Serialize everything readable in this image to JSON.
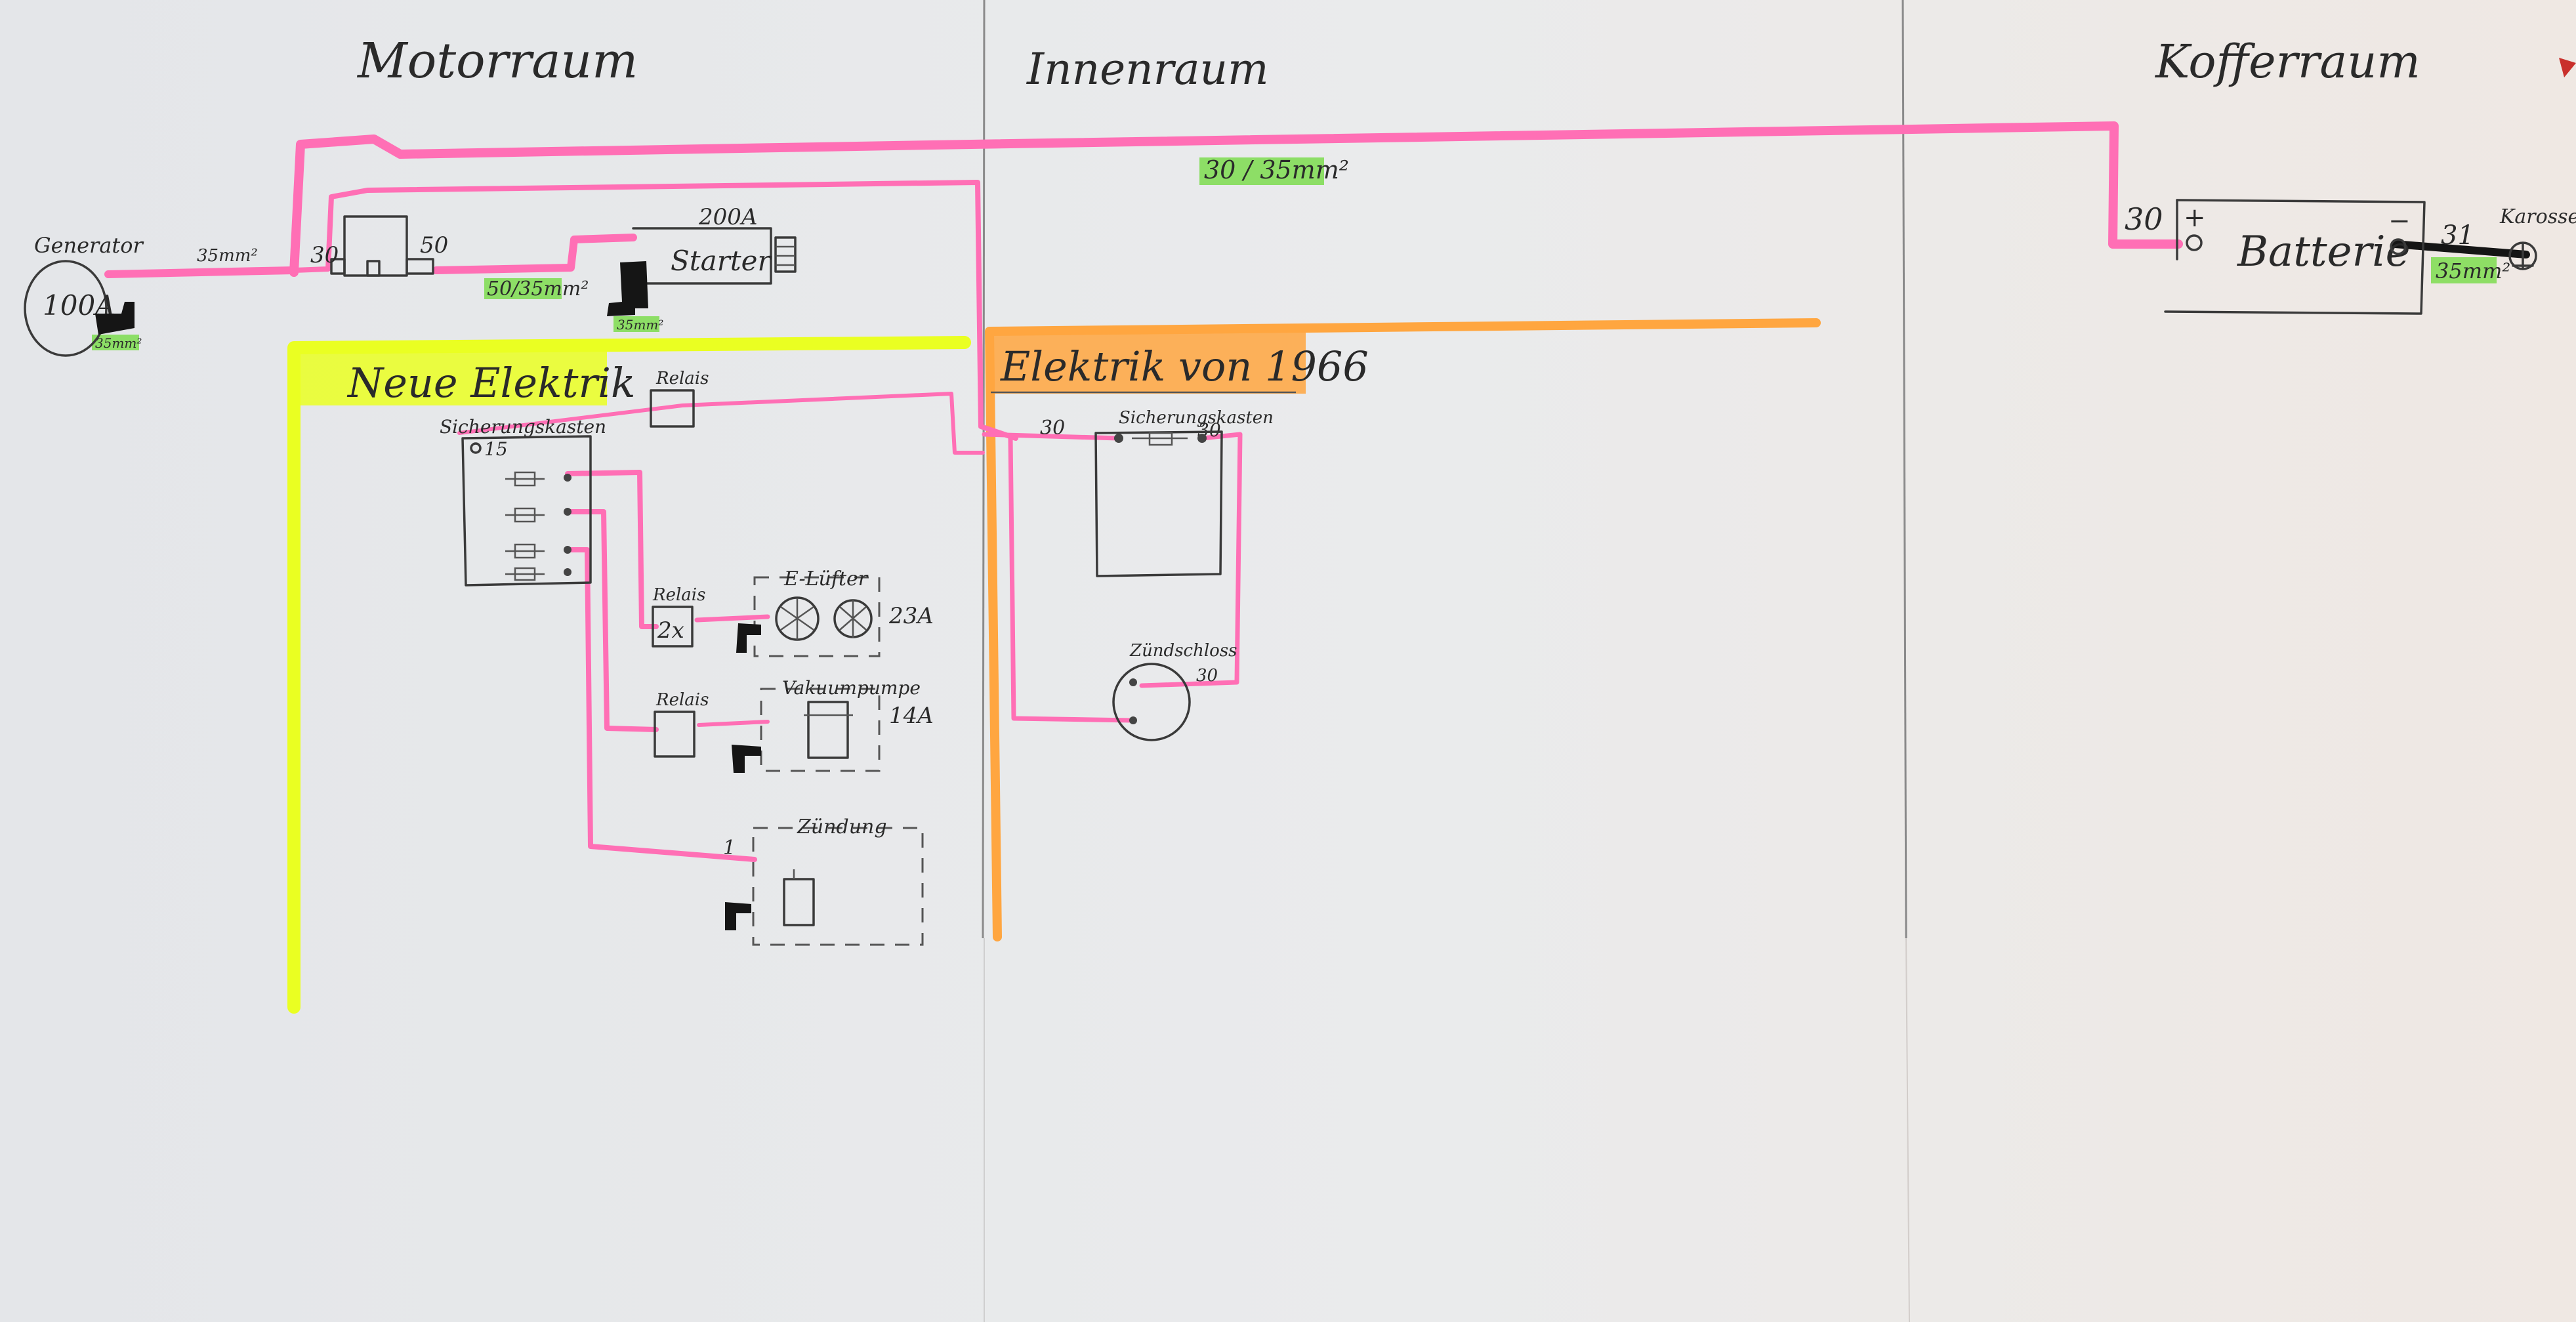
{
  "colors": {
    "paper_left": "#e7e8ea",
    "paper_right": "#ece7e3",
    "pink": "#ff6fb5",
    "yellow": "#e9ff1f",
    "orange": "#ffa23a",
    "green": "#7ddc4f",
    "ink": "#2f2f2f",
    "ground": "#151515"
  },
  "sections": {
    "motor": "Motorraum",
    "interior": "Innenraum",
    "trunk": "Kofferraum"
  },
  "labels": {
    "cable_main": "30 / 35mm²",
    "generator": "Generator",
    "generator_amps": "100A",
    "gen_ground_size": "35mm²",
    "gen_cable": "35mm²",
    "relay_term_30": "30",
    "relay_term_50": "50",
    "starter_cable": "50/35mm²",
    "starter_ground_size": "35mm²",
    "starter_amps": "200A",
    "starter": "Starter",
    "battery": "Batterie",
    "bat_plus": "+",
    "bat_term_30": "30",
    "bat_minus": "−",
    "bat_term_31": "31",
    "bat_ground_size": "35mm²",
    "body": "Karosserie",
    "new_electric": "Neue Elektrik",
    "old_electric": "Elektrik von 1966",
    "relay": "Relais",
    "fuse_box": "Sicherungskasten",
    "fuse_15": "15",
    "relay_count": "2x",
    "fan_label": "E-Lüfter",
    "fan_amps": "23A",
    "vacuum_pump": "Vakuumpumpe",
    "vacuum_amps": "14A",
    "ignition": "Zündung",
    "ignition_term": "1",
    "old_term_30_left": "30",
    "old_term_30_right": "30",
    "ignition_lock": "Zündschloss",
    "ignition_lock_term": "30"
  }
}
